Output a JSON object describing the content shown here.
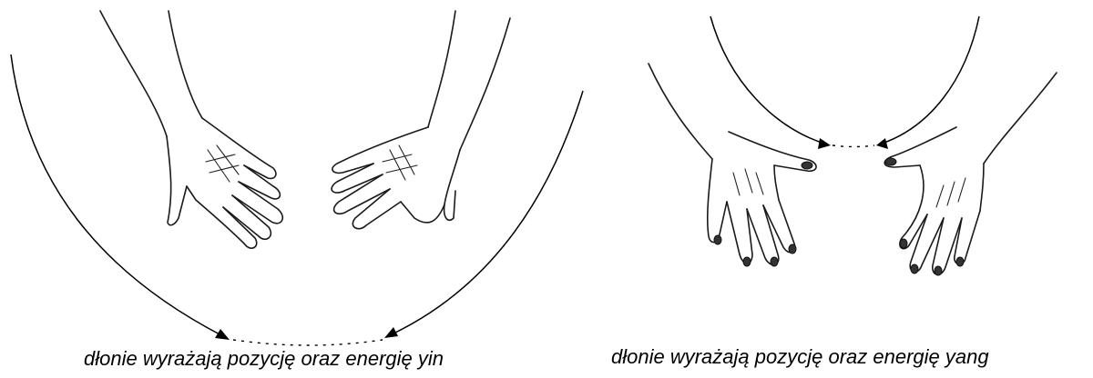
{
  "figure": {
    "left_panel": {
      "caption": "dłonie wyrażają pozycję oraz energię yin",
      "energy": "yin"
    },
    "right_panel": {
      "caption": "dłonie wyrażają pozycję oraz energię yang",
      "energy": "yang"
    }
  },
  "colors": {
    "ink": "#1a1a1a",
    "background": "#ffffff"
  }
}
